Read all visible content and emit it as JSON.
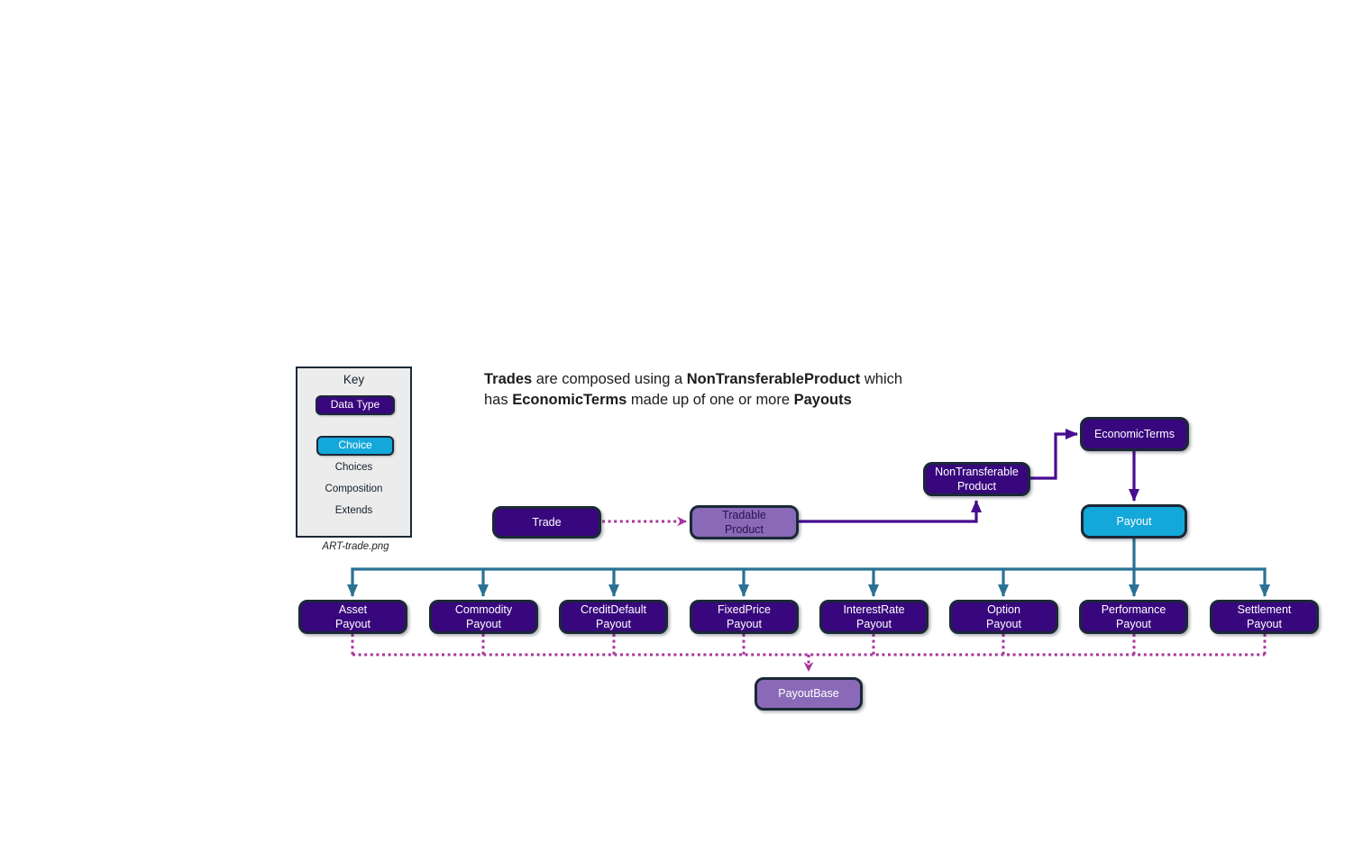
{
  "colors": {
    "dark_purple": "#38077d",
    "light_purple": "#8a6ab8",
    "cyan": "#14a8da",
    "teal": "#2a7194",
    "purple_line": "#470d8f",
    "magenta": "#a8349c",
    "border": "#1b2836",
    "key_bg": "#ececec",
    "text_dark": "#1c1c1c",
    "tradable_text": "#2a1150"
  },
  "key": {
    "title": "Key",
    "data_type_label": "Data Type",
    "choice_label": "Choice",
    "choices_label": "Choices",
    "composition_label": "Composition",
    "extends_label": "Extends",
    "caption": "ART-trade.png"
  },
  "heading": {
    "line1": [
      {
        "text": "Trades",
        "bold": true
      },
      {
        "text": " are composed using a ",
        "bold": false
      },
      {
        "text": "NonTransferableProduct",
        "bold": true
      },
      {
        "text": " which",
        "bold": false
      }
    ],
    "line2": [
      {
        "text": "has ",
        "bold": false
      },
      {
        "text": "EconomicTerms",
        "bold": true
      },
      {
        "text": " made up of one or more ",
        "bold": false
      },
      {
        "text": "Payouts",
        "bold": true
      }
    ]
  },
  "diagram": {
    "trade": {
      "label": "Trade"
    },
    "tradable_product": {
      "label": "Tradable\nProduct"
    },
    "non_transferable_product": {
      "label": "NonTransferable\nProduct"
    },
    "economic_terms": {
      "label": "EconomicTerms"
    },
    "payout": {
      "label": "Payout"
    },
    "payout_types": [
      {
        "label": "Asset\nPayout"
      },
      {
        "label": "Commodity\nPayout"
      },
      {
        "label": "CreditDefault\nPayout"
      },
      {
        "label": "FixedPrice\nPayout"
      },
      {
        "label": "InterestRate\nPayout"
      },
      {
        "label": "Option\nPayout"
      },
      {
        "label": "Performance\nPayout"
      },
      {
        "label": "Settlement\nPayout"
      }
    ],
    "payout_base": {
      "label": "PayoutBase"
    }
  }
}
